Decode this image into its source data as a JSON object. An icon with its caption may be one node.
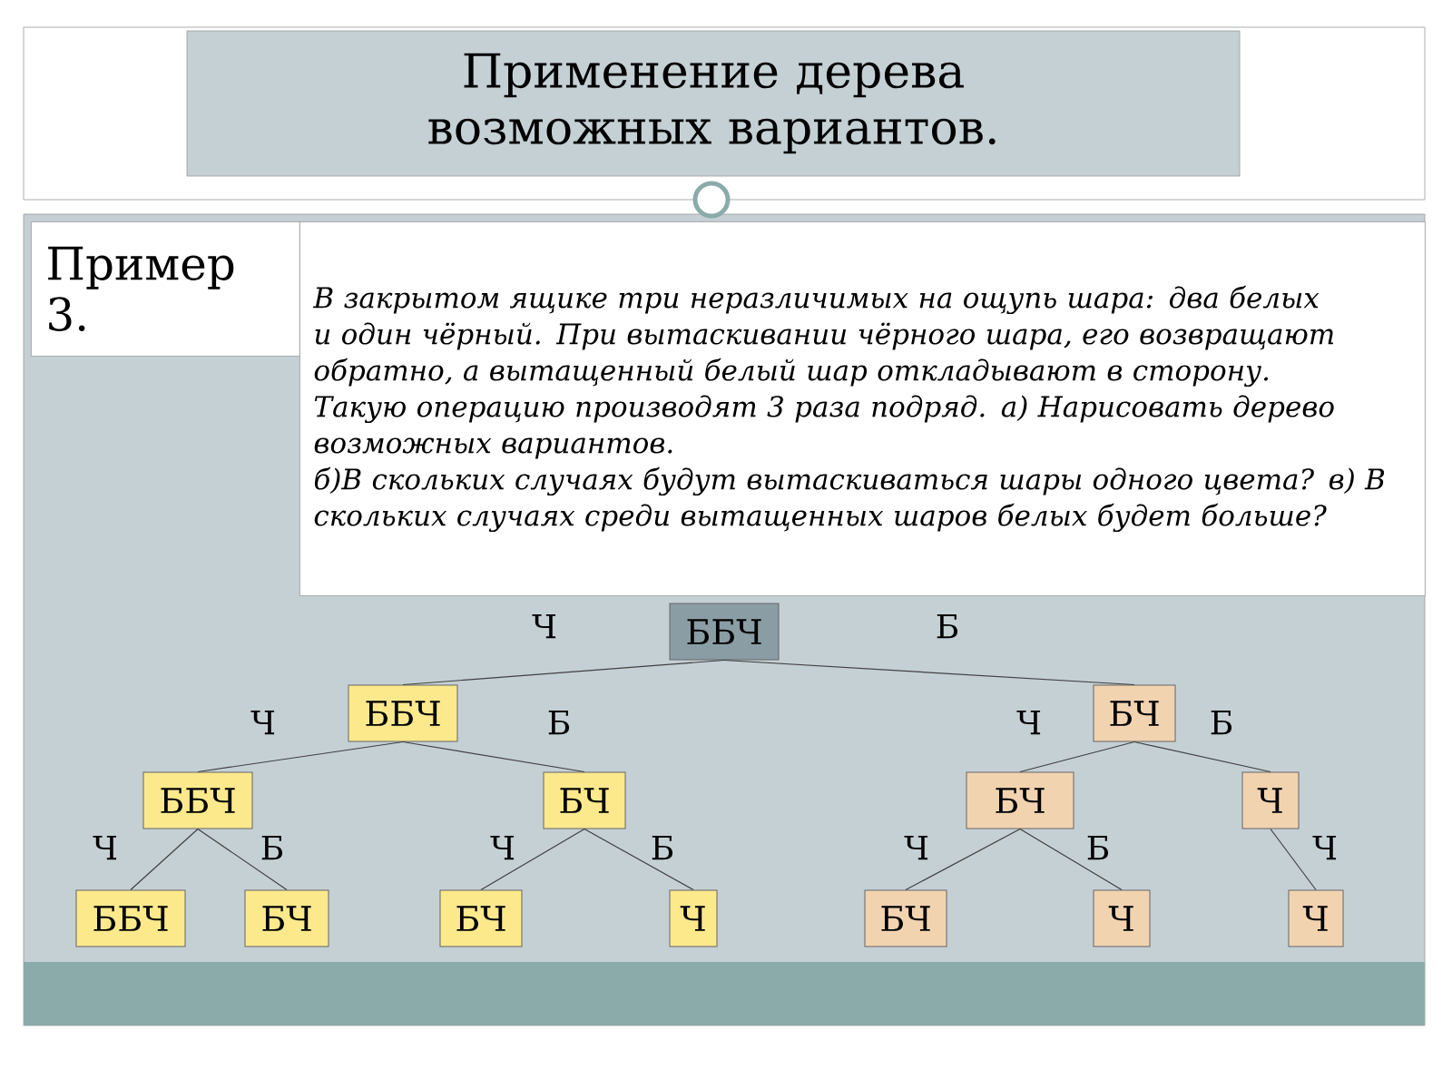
{
  "diagram": {
    "title": "Применение дерева возможных вариантов.",
    "nodes": [
      {
        "text": [
          "Пример 3."
        ]
      },
      {
        "text": [
          "В закрытом  ящике три неразличимых на ощупь шара: два белых и один чёрный. При вытаскивании чёрного шара, его возвращают обратно, а вытащенный белый шар откладывают в сторону. Такую операцию производят 3 раза подряд. а) Нарисовать дерево возможных вариантов.",
          "б)В скольких случаях будут вытаскиваться шары одного цвета? в) В скольких случаях среди вытащенных шаров белых будет больше?"
        ]
      },
      {
        "text": [
          "ББЧ"
        ]
      },
      {
        "text": [
          "ББЧ"
        ]
      },
      {
        "text": [
          "БЧ"
        ]
      },
      {
        "text": [
          "ББЧ"
        ]
      },
      {
        "text": [
          "БЧ"
        ]
      },
      {
        "text": [
          "БЧ"
        ]
      },
      {
        "text": [
          "Ч"
        ]
      },
      {
        "text": [
          "ББЧ"
        ]
      },
      {
        "text": [
          "БЧ"
        ]
      },
      {
        "text": [
          "БЧ"
        ]
      },
      {
        "text": [
          "Ч"
        ]
      },
      {
        "text": [
          "БЧ"
        ]
      },
      {
        "text": [
          "Ч"
        ]
      },
      {
        "text": [
          "Ч"
        ]
      }
    ],
    "edges": [
      {
        "from": 2,
        "to": 3,
        "arrow": "none",
        "label": "Ч"
      },
      {
        "from": 2,
        "to": 4,
        "arrow": "none",
        "label": "Б"
      },
      {
        "from": 3,
        "to": 5,
        "arrow": "none",
        "label": "Ч"
      },
      {
        "from": 3,
        "to": 6,
        "arrow": "none",
        "label": "Б"
      },
      {
        "from": 5,
        "to": 9,
        "arrow": "none",
        "label": "Ч"
      },
      {
        "from": 5,
        "to": 10,
        "arrow": "none",
        "label": "Б"
      },
      {
        "from": 6,
        "to": 11,
        "arrow": "none",
        "label": "Ч"
      },
      {
        "from": 6,
        "to": 12,
        "arrow": "none",
        "label": "Б"
      },
      {
        "from": 4,
        "to": 7,
        "arrow": "none",
        "label": "Ч"
      },
      {
        "from": 4,
        "to": 8,
        "arrow": "none",
        "label": "Б"
      },
      {
        "from": 7,
        "to": 13,
        "arrow": "none",
        "label": "Ч"
      },
      {
        "from": 7,
        "to": 14,
        "arrow": "none",
        "label": "Б"
      },
      {
        "from": 8,
        "to": 15,
        "arrow": "none",
        "label": "Ч"
      }
    ]
  }
}
